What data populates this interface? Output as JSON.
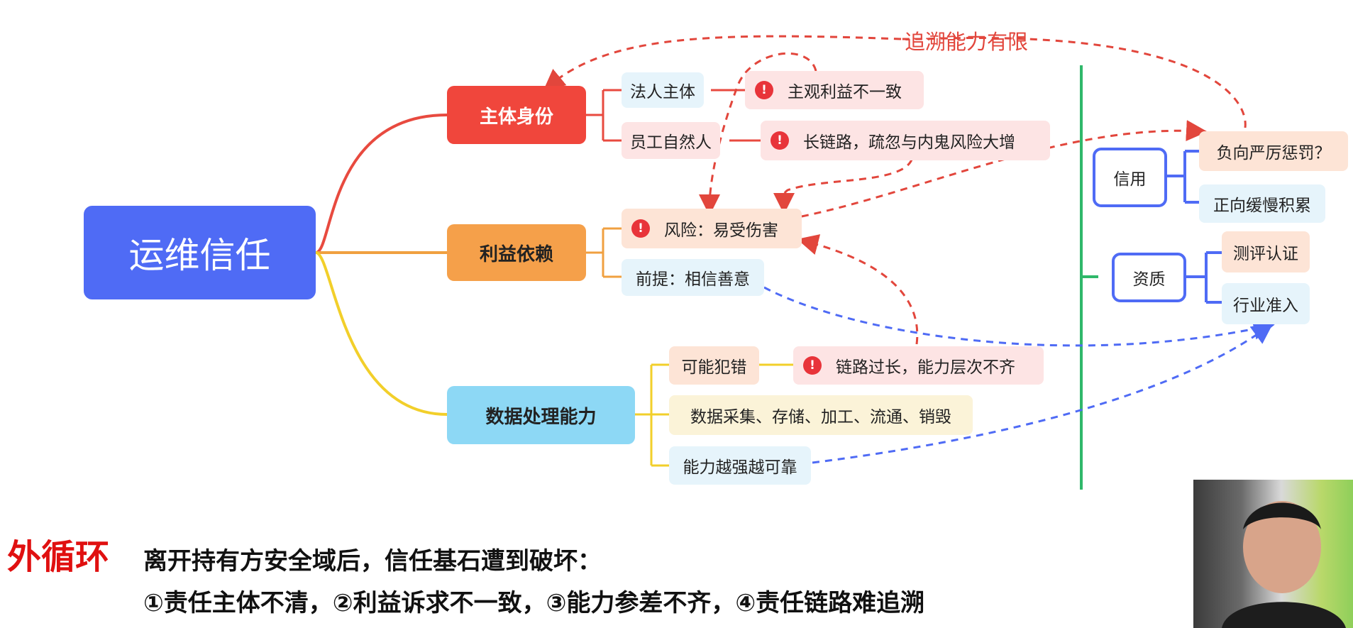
{
  "root": {
    "label": "运维信任"
  },
  "branches": {
    "identity": {
      "label": "主体身份"
    },
    "interest": {
      "label": "利益依赖"
    },
    "capability": {
      "label": "数据处理能力"
    }
  },
  "leaves": {
    "legal_entity": "法人主体",
    "employee": "员工自然人",
    "subjective_interest": "主观利益不一致",
    "long_chain": "长链路，疏忽与内鬼风险大增",
    "risk": "风险：易受伤害",
    "premise": "前提：相信善意",
    "may_err": "可能犯错",
    "chain_too_long": "链路过长，能力层次不齐",
    "data_lifecycle": "数据采集、存储、加工、流通、销毁",
    "stronger_reliable": "能力越强越可靠"
  },
  "right_panel": {
    "credit": "信用",
    "negative": "负向严厉惩罚？",
    "positive": "正向缓慢积累",
    "qualification": "资质",
    "assessment": "测评认证",
    "access": "行业准入"
  },
  "annotation": "追溯能力有限",
  "warning_icon": "!",
  "footer": {
    "title": "外循环",
    "line1": "离开持有方安全域后，信任基石遭到破坏：",
    "line2": "①责任主体不清，②利益诉求不一致，③能力参差不齐，④责任链路难追溯"
  },
  "colors": {
    "root": "#4f6bf5",
    "identity": "#f0463c",
    "interest": "#f5a04a",
    "capability": "#8dd8f5",
    "dashed_red": "#e2463c",
    "dashed_blue": "#4f6bf5",
    "divider": "#2fb86a"
  }
}
